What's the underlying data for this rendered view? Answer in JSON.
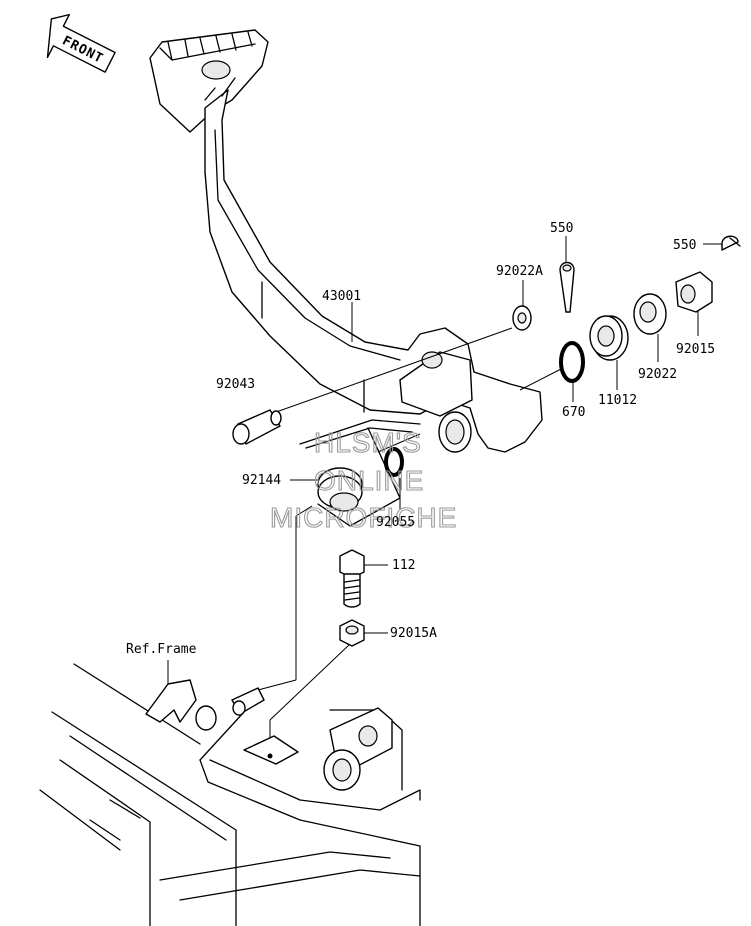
{
  "direction_label": "FRONT",
  "labels": {
    "p43001": "43001",
    "p92043": "92043",
    "p92144": "92144",
    "p92055": "92055",
    "p92022A": "92022A",
    "p550a": "550",
    "p550b": "550",
    "p670": "670",
    "p11012": "11012",
    "p92022": "92022",
    "p92015": "92015",
    "p112": "112",
    "p92015A": "92015A",
    "ref_frame": "Ref.Frame"
  },
  "watermark": {
    "line1": "HLSM'S",
    "line2": "ONLINE",
    "line3": "MICROFICHE"
  }
}
